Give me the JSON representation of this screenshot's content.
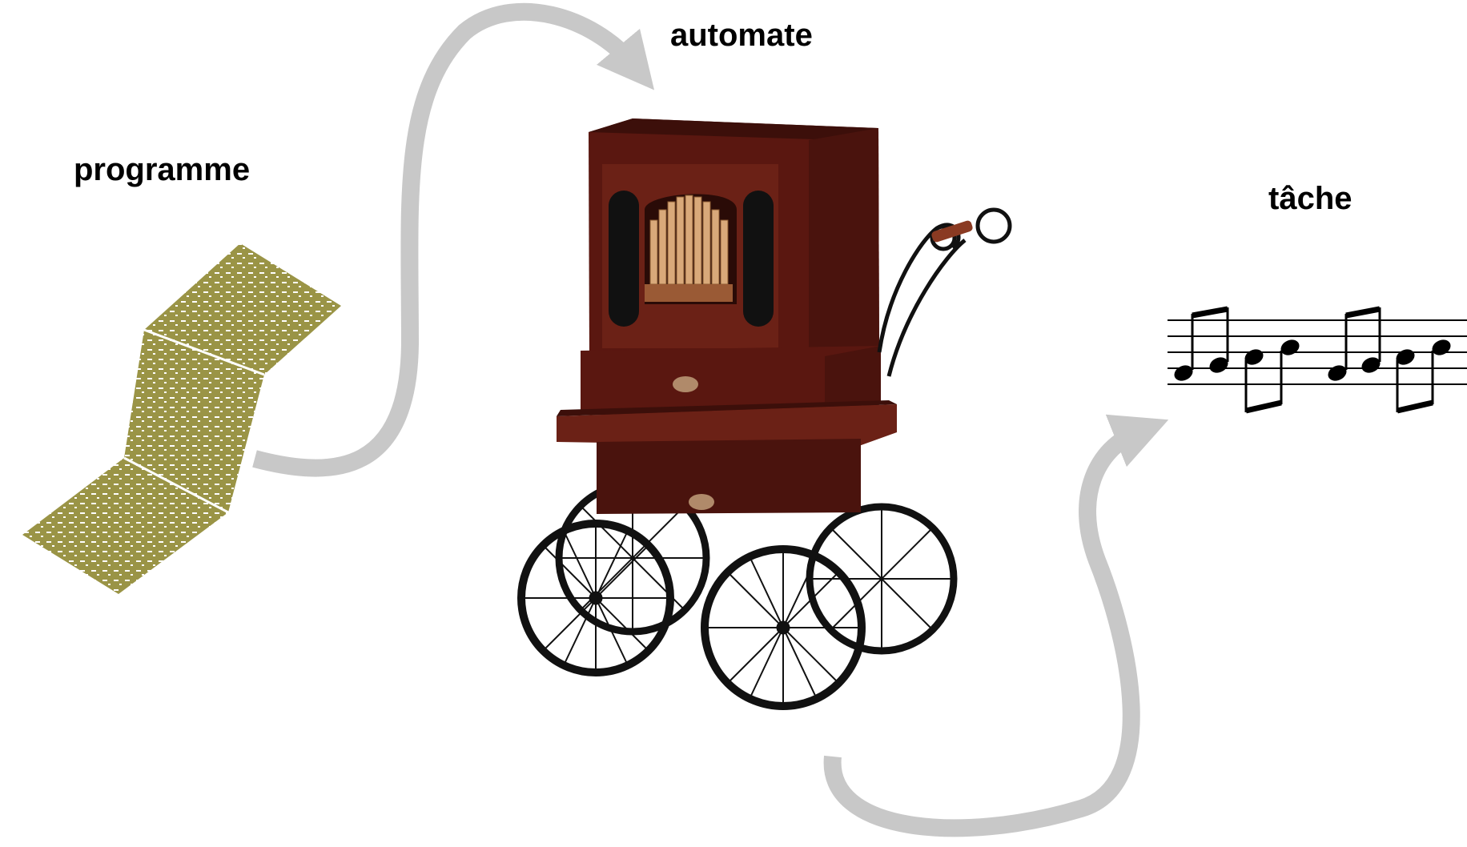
{
  "labels": {
    "program": "programme",
    "automaton": "automate",
    "task": "tâche"
  },
  "colors": {
    "arrow": "#c8c8c8",
    "punched_card": "#9a9446",
    "organ_wood": "#5a1710",
    "organ_wood_light": "#7a2a1e",
    "pipes": "#d9a97a",
    "wheel": "#111111",
    "ink": "#000000"
  },
  "icons": {
    "program": "punched-card-icon",
    "automaton": "barrel-organ-icon",
    "task": "sheet-music-icon",
    "flow": "curved-arrow-icon"
  }
}
